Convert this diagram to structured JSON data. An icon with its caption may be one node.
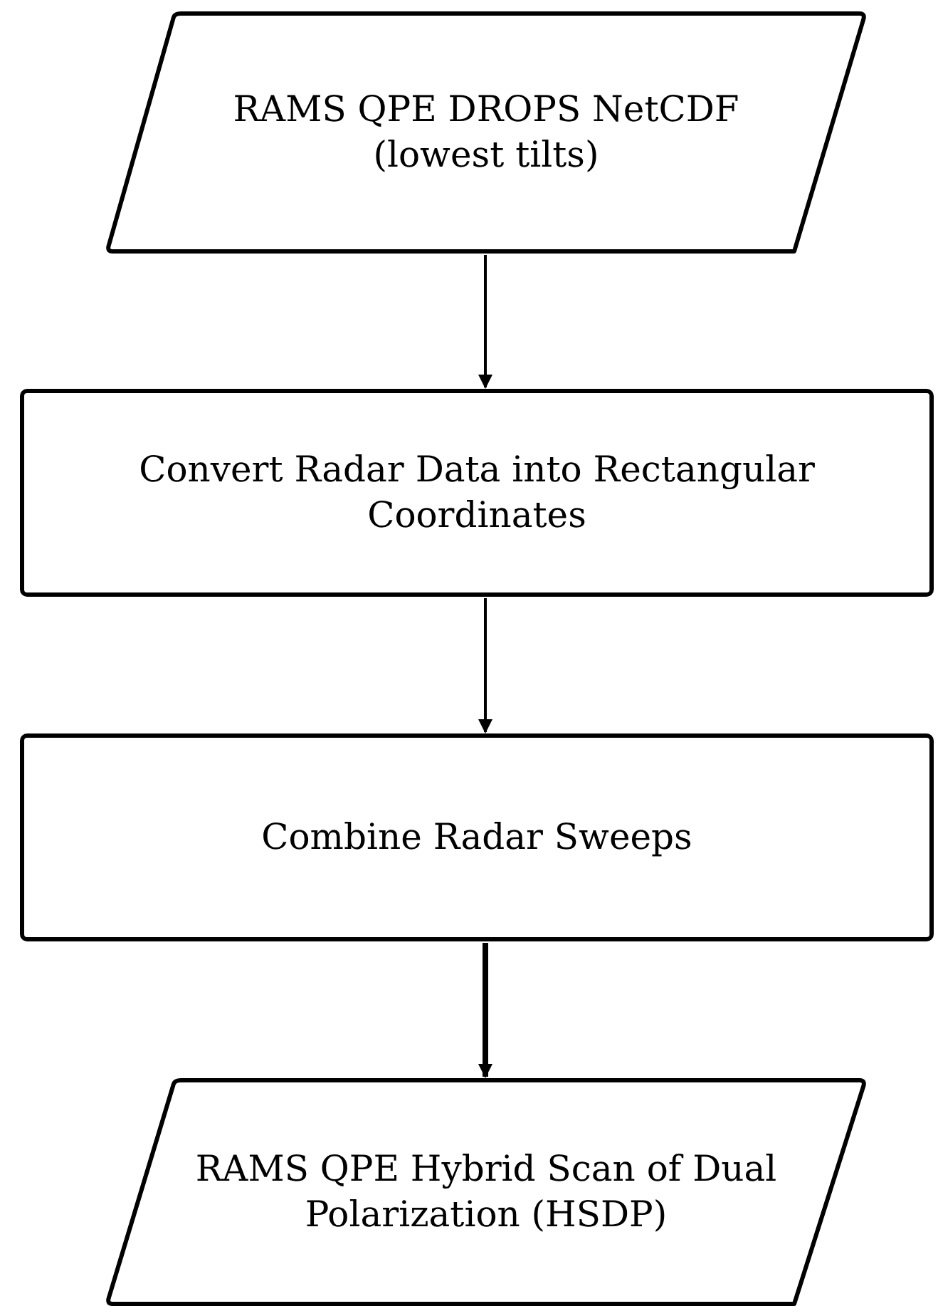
{
  "diagram": {
    "nodes": [
      {
        "text": [
          "RAMS QPE DROPS NetCDF (lowest tilts)"
        ]
      },
      {
        "text": [
          "Convert Radar Data into Rectangular Coordinates"
        ]
      },
      {
        "text": [
          "Combine Radar Sweeps"
        ]
      },
      {
        "text": [
          "RAMS QPE Hybrid Scan of Dual Polarization (HSDP)"
        ]
      }
    ],
    "edges": [
      {
        "from": 0,
        "to": 1,
        "arrow": "to"
      },
      {
        "from": 1,
        "to": 2,
        "arrow": "to"
      },
      {
        "from": 2,
        "to": 3,
        "arrow": "to",
        "style": "thick"
      }
    ]
  }
}
